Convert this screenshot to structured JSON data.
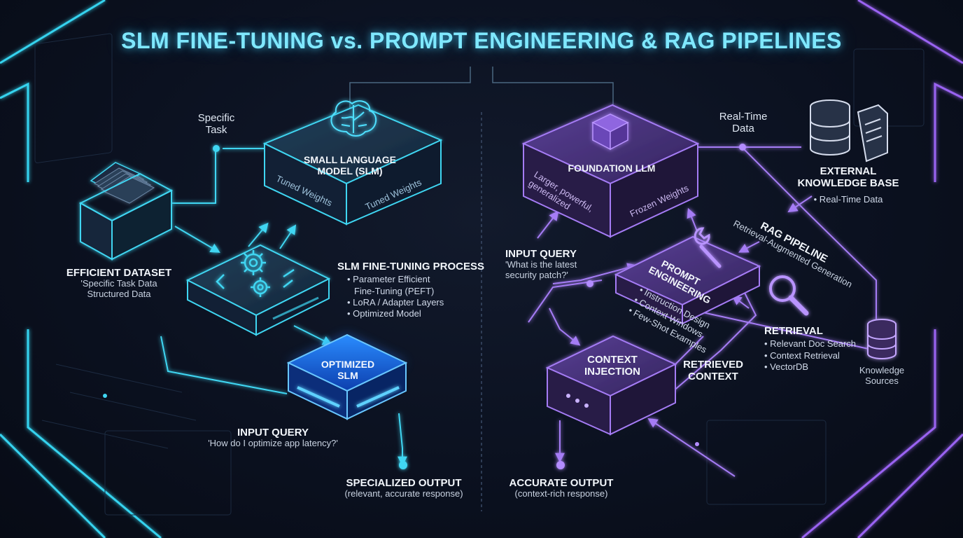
{
  "title": "SLM FINE-TUNING vs. PROMPT ENGINEERING & RAG PIPELINES",
  "left": {
    "specific_task": [
      "Specific",
      "Task"
    ],
    "slm_box": {
      "title": [
        "SMALL LANGUAGE",
        "MODEL (SLM)"
      ],
      "face_left": "Tuned Weights",
      "face_right": "Tuned Weights"
    },
    "dataset": {
      "title": "EFFICIENT DATASET",
      "lines": [
        "'Specific Task Data",
        "Structured Data"
      ]
    },
    "process": {
      "title": "SLM FINE-TUNING PROCESS",
      "items": [
        "Parameter Efficient",
        "LoRA / Adapter Layers",
        "Optimized Model"
      ],
      "cont": "Fine-Tuning (PEFT)"
    },
    "optimized": {
      "title": [
        "OPTIMIZED",
        "SLM"
      ]
    },
    "input_query": {
      "title": "INPUT QUERY",
      "text": "'How do I optimize app latency?'"
    },
    "output": {
      "title": "SPECIALIZED OUTPUT",
      "text": "(relevant, accurate response)"
    }
  },
  "right": {
    "real_time": [
      "Real-Time",
      "Data"
    ],
    "foundation": {
      "title": "FOUNDATION LLM",
      "face_left": [
        "Larger, powerful,",
        "generalized"
      ],
      "face_right": "Frozen Weights"
    },
    "knowledge": {
      "title": [
        "EXTERNAL",
        "KNOWLEDGE BASE"
      ],
      "item": "Real-Time Data"
    },
    "rag": {
      "title": "RAG PIPELINE",
      "subtitle": "Retrieval-Augmented Generation"
    },
    "input_query": {
      "title": "INPUT QUERY",
      "lines": [
        "'What is the latest",
        "security patch?'"
      ]
    },
    "prompt": {
      "title": [
        "PROMPT",
        "ENGINEERING"
      ],
      "items": [
        "Instruction Design",
        "Context Windows",
        "Few-Shot Examples"
      ]
    },
    "retrieval": {
      "title": "RETRIEVAL",
      "items": [
        "Relevant Doc Search",
        "Context Retrieval",
        "VectorDB"
      ]
    },
    "knowledge_sources": [
      "Knowledge",
      "Sources"
    ],
    "context_injection": [
      "CONTEXT",
      "INJECTION"
    ],
    "retrieved_context": [
      "RETRIEVED",
      "CONTEXT"
    ],
    "output": {
      "title": "ACCURATE OUTPUT",
      "text": "(context-rich response)"
    }
  },
  "colors": {
    "cyan": "#3fd6f2",
    "purple": "#9b6bf0",
    "blue_glow": "#2f8bff",
    "bg": "#0b1120"
  },
  "icons": [
    "brain-icon",
    "folder-icon",
    "gears-icon",
    "cube-icon",
    "database-icon",
    "document-icon",
    "wrench-icon",
    "magnifier-icon"
  ]
}
